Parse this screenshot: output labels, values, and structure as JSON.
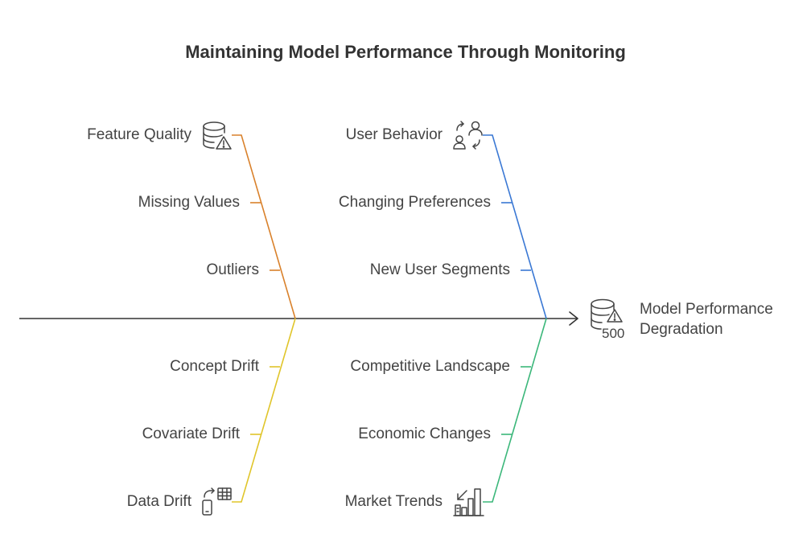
{
  "title": "Maintaining Model Performance Through Monitoring",
  "effect": {
    "line1": "Model Performance",
    "line2": "Degradation",
    "icon": "database-warning-500-icon",
    "icon_code": "500"
  },
  "colors": {
    "spine": "#333333",
    "feature_quality": "#d9812b",
    "user_behavior": "#3a78d4",
    "data_drift": "#e0c52a",
    "market_trends": "#3bb77a"
  },
  "categories": {
    "feature_quality": {
      "label": "Feature Quality",
      "icon": "database-warning-icon",
      "causes": [
        "Missing Values",
        "Outliers"
      ]
    },
    "user_behavior": {
      "label": "User Behavior",
      "icon": "user-switch-icon",
      "causes": [
        "Changing Preferences",
        "New User Segments"
      ]
    },
    "data_drift": {
      "label": "Data Drift",
      "icon": "device-transfer-icon",
      "causes": [
        "Concept Drift",
        "Covariate Drift"
      ]
    },
    "market_trends": {
      "label": "Market Trends",
      "icon": "bar-chart-trend-icon",
      "causes": [
        "Competitive Landscape",
        "Economic Changes"
      ]
    }
  }
}
